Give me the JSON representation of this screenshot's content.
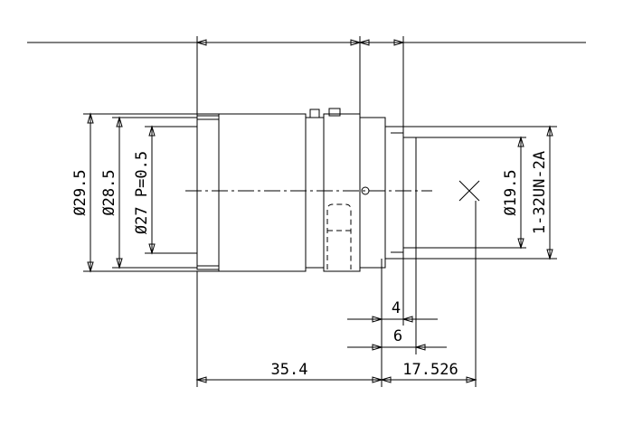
{
  "drawing": {
    "dimensions": {
      "dia_outer": "Ø29.5",
      "dia_mid": "Ø28.5",
      "dia_thread": "Ø27 P=0.5",
      "dia_mount": "Ø19.5",
      "mount_thread": "1-32UN-2A",
      "length_body": "35.4",
      "flange_back": "17.526",
      "len_4": "4",
      "len_6": "6"
    }
  }
}
